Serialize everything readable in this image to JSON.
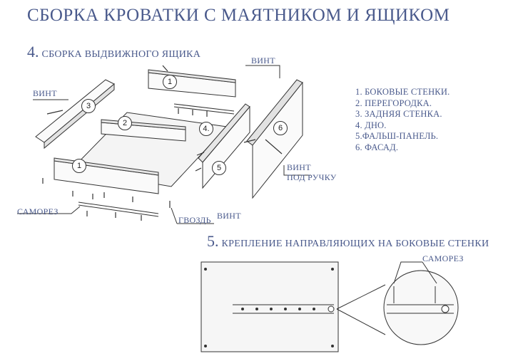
{
  "title": "СБОРКА КРОВАТКИ С МАЯТНИКОМ И ЯЩИКОМ",
  "section4": {
    "number": "4.",
    "title": "СБОРКА ВЫДВИЖНОГО ЯЩИКА"
  },
  "section5": {
    "number": "5.",
    "title": "КРЕПЛЕНИЕ НАПРАВЛЯЮЩИХ НА БОКОВЫЕ СТЕНКИ"
  },
  "legend": [
    "1. БОКОВЫЕ СТЕНКИ.",
    "2. ПЕРЕГОРОДКА.",
    "3. ЗАДНЯЯ СТЕНКА.",
    "4. ДНО.",
    "5.ФАЛЬШ-ПАНЕЛЬ.",
    "6. ФАСАД."
  ],
  "labels": {
    "vint_left": "ВИНТ",
    "vint_top": "ВИНТ",
    "vint_handle_1": "ВИНТ",
    "vint_handle_2": "ПОД РУЧКУ",
    "samorez_left": "САМОРЕЗ",
    "gvozd": "ГВОЗДЬ",
    "vint_bottom": "ВИНТ",
    "samorez_right": "САМОРЕЗ"
  },
  "part_numbers": {
    "p1_top": "1",
    "p3": "3",
    "p2": "2",
    "p4": "4.",
    "p1_front": "1",
    "p5": "5",
    "p6": "6"
  }
}
